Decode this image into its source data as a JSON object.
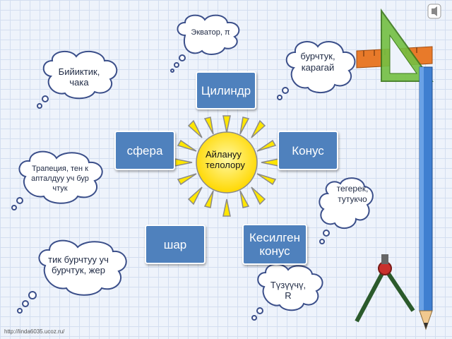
{
  "center": {
    "label": "Айлануу телолору"
  },
  "boxes": {
    "cylinder": "Цилиндр",
    "sphere": "сфера",
    "cone": "Конус",
    "ball": "шар",
    "truncated_cone": "Кесилген конус"
  },
  "clouds": {
    "equator": "Экватор, π",
    "angle": "бурчтук, карагай",
    "height": "Бийиктик, чака",
    "trapezoid": "Трапеция, тен капталдуу уч бурчтук",
    "circle": "тегерек, тутукчо",
    "right_triangle": "тик бурчтуу уч бурчтук, жер",
    "line": "Түзүүчү, R"
  },
  "footer": {
    "text": "http://linda6035.ucoz.ru/"
  },
  "colors": {
    "box_fill": "#4f81bd",
    "sun_fill": "#ffe600",
    "cloud_border": "#3b4f8a"
  }
}
